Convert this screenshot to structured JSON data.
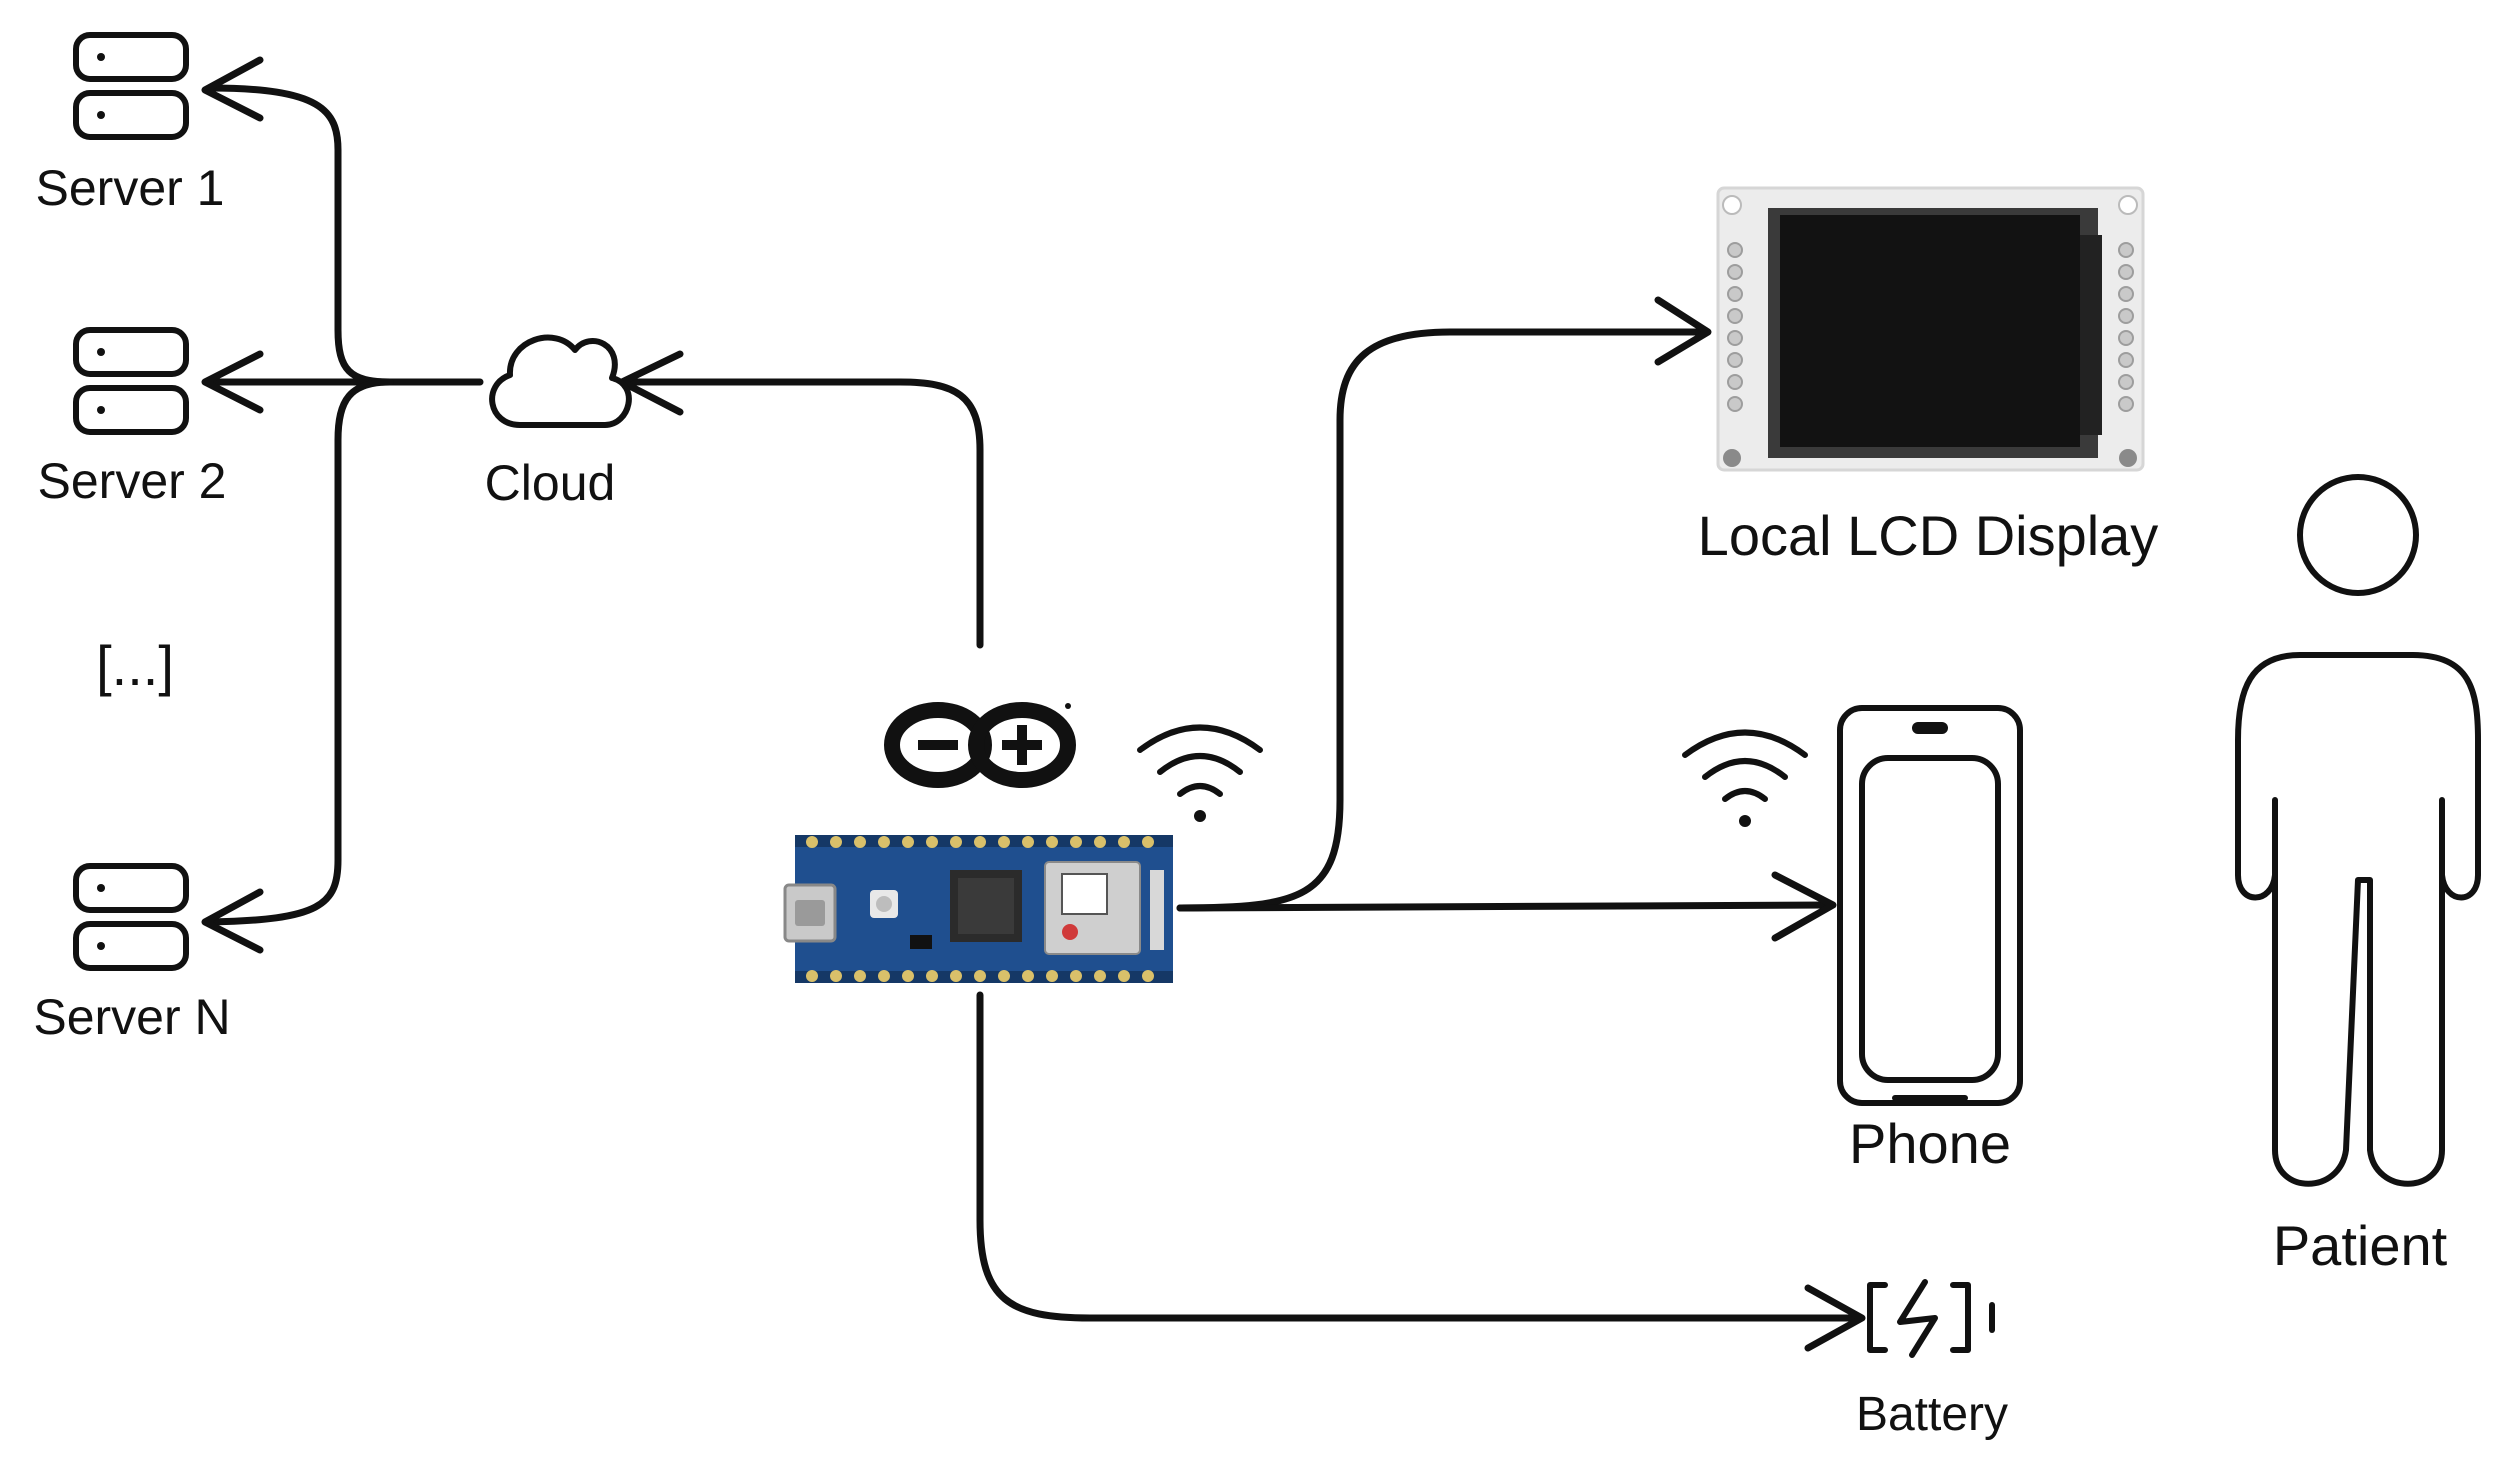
{
  "nodes": {
    "server_1": "Server 1",
    "server_2": "Server 2",
    "server_ellipsis": "[...]",
    "server_n": "Server N",
    "cloud": "Cloud",
    "lcd": "Local LCD Display",
    "phone": "Phone",
    "patient": "Patient",
    "battery": "Battery"
  },
  "icons": {
    "server": "server-stack-icon",
    "cloud": "cloud-icon",
    "wifi": "wifi-icon",
    "arduino_logo": "arduino-infinity-logo",
    "microcontroller": "arduino-nano-board",
    "lcd": "lcd-display-module",
    "phone": "smartphone-icon",
    "patient": "person-icon",
    "battery": "battery-charging-icon"
  },
  "colors": {
    "stroke": "#111111",
    "board": "#1f4f8f",
    "board_dark": "#153866",
    "lcd_panel": "#121212",
    "lcd_frame": "#ececec"
  }
}
